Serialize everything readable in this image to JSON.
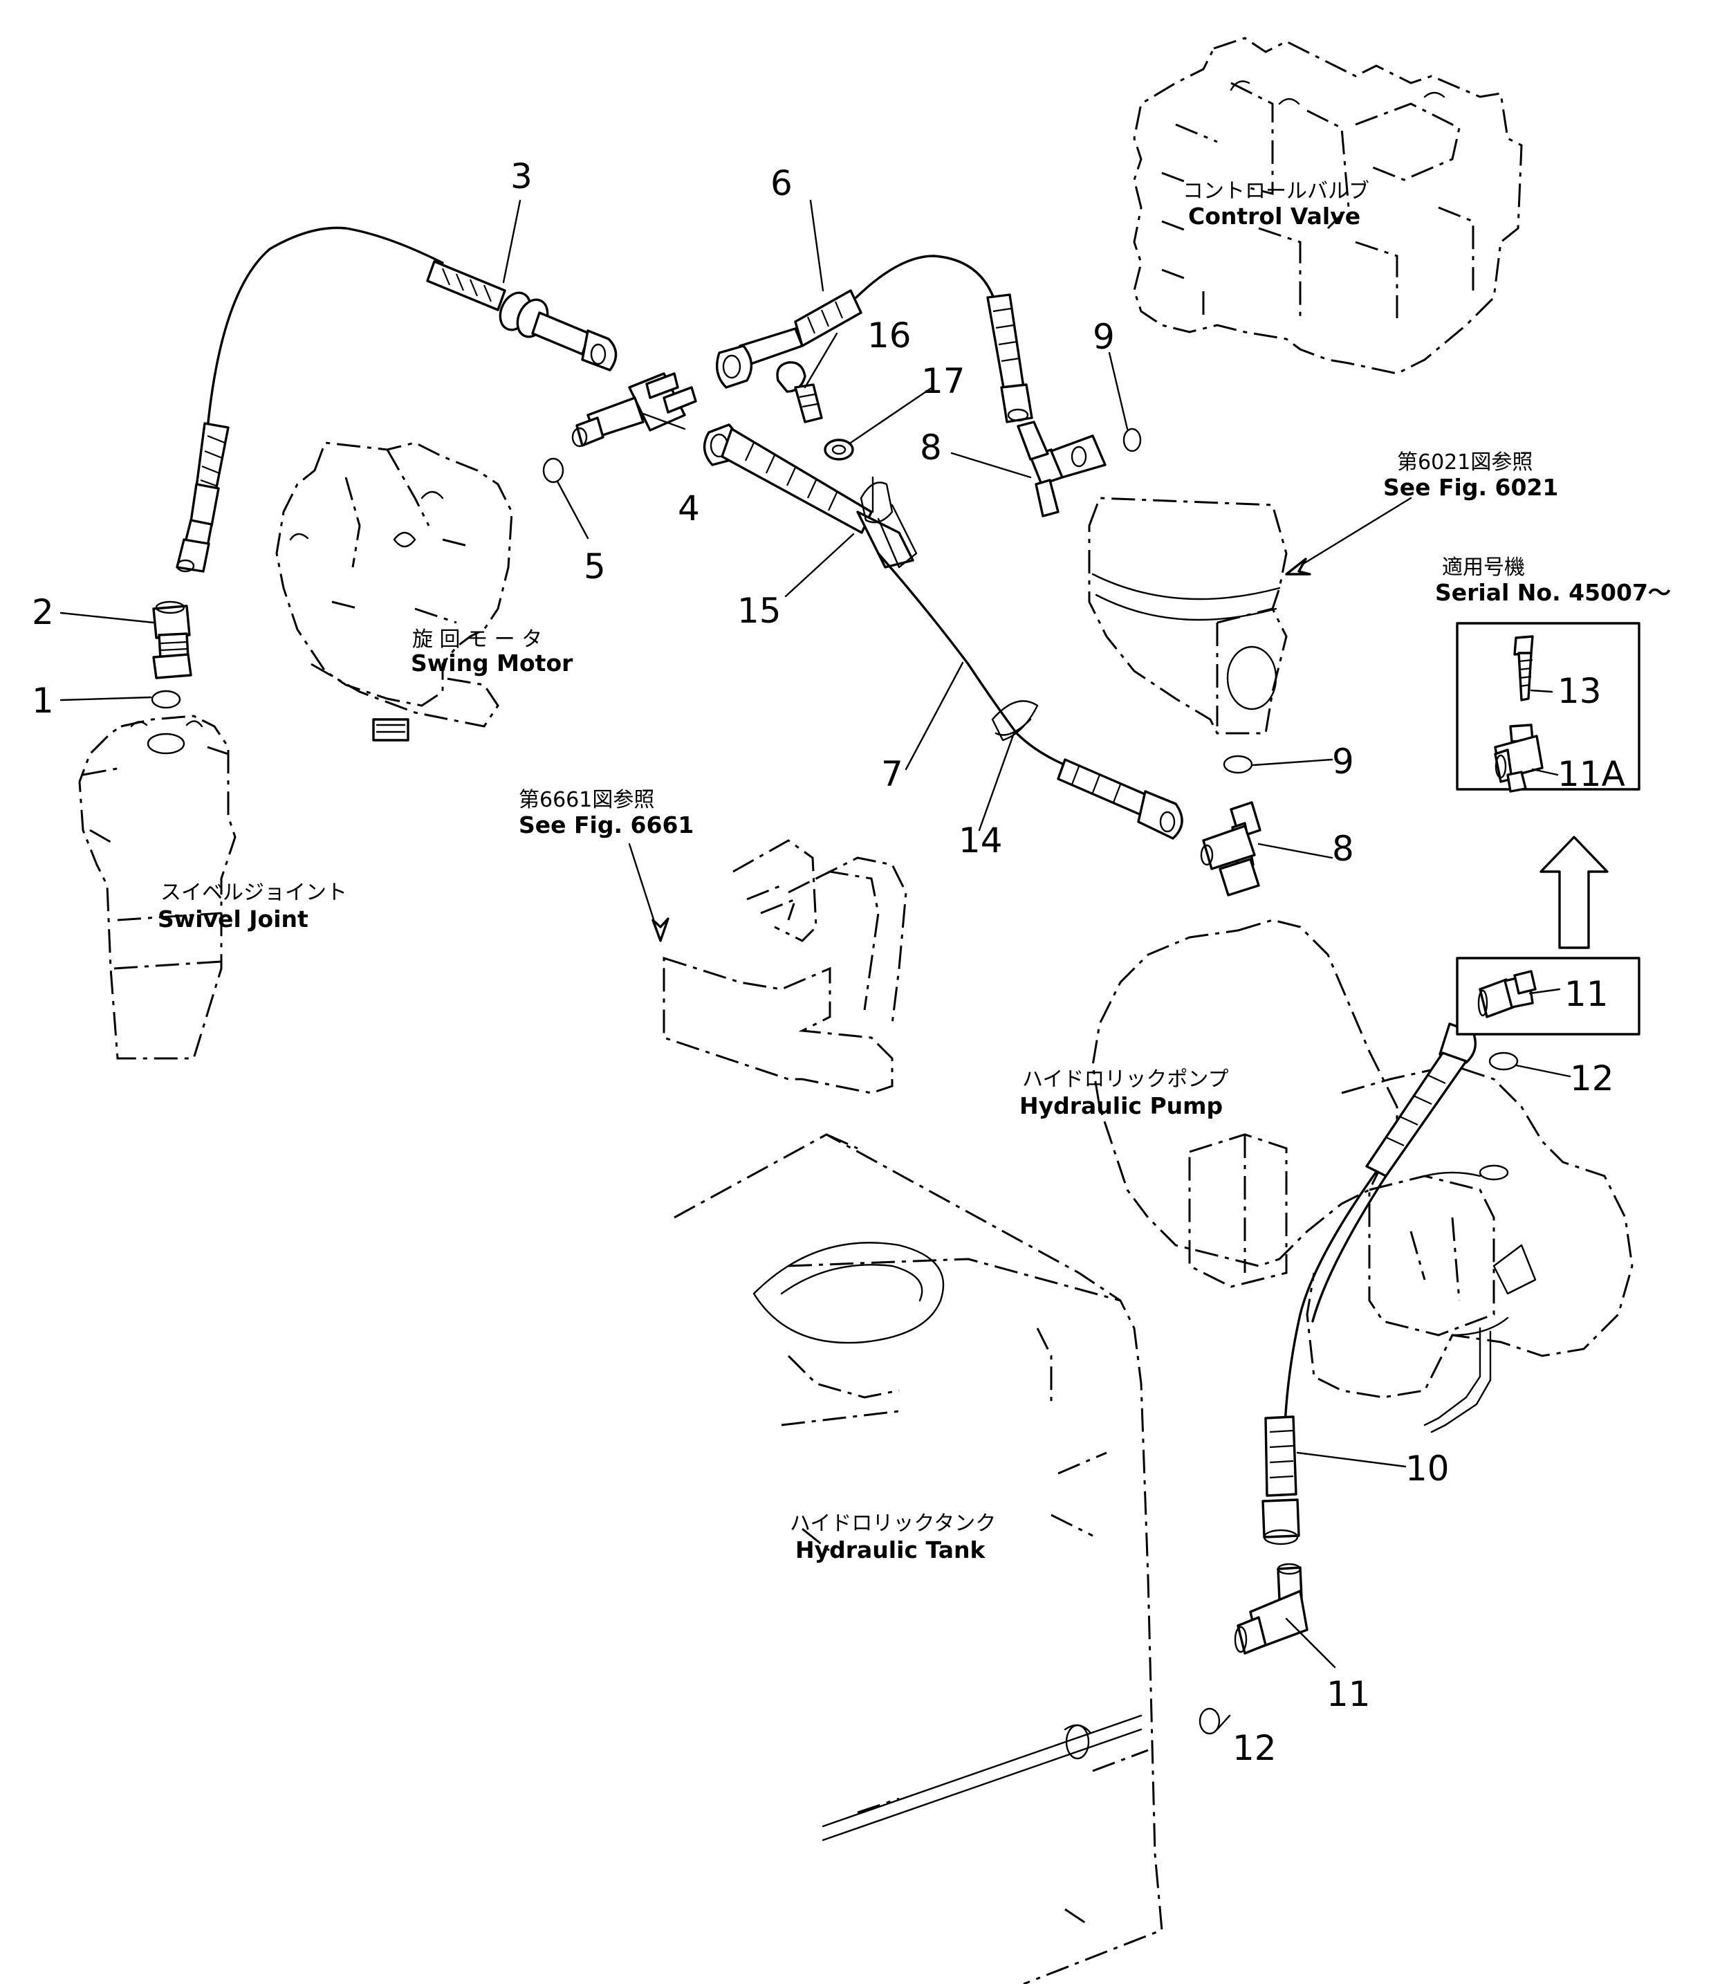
{
  "labels": {
    "control_valve": {
      "jp": "コントロールバルブ",
      "en": "Control  Valve"
    },
    "swing_motor": {
      "jp": "旋 回 モ ー タ",
      "en": "Swing  Motor"
    },
    "swivel_joint": {
      "jp": "スイベルジョイント",
      "en": "Swivel  Joint"
    },
    "hydraulic_pump": {
      "jp": "ハイドロリックポンプ",
      "en": "Hydraulic  Pump"
    },
    "hydraulic_tank": {
      "jp": "ハイドロリックタンク",
      "en": "Hydraulic  Tank"
    }
  },
  "references": {
    "fig_6021": {
      "jp": "第6021図参照",
      "en": "See  Fig.  6021"
    },
    "fig_6661": {
      "jp": "第6661図参照",
      "en": "See  Fig.  6661"
    }
  },
  "serial": {
    "jp": "適用号機",
    "en": "Serial  No.  45007～"
  },
  "callouts": {
    "c1": "1",
    "c2": "2",
    "c3": "3",
    "c4": "4",
    "c5": "5",
    "c6": "6",
    "c7": "7",
    "c8a": "8",
    "c8b": "8",
    "c9a": "9",
    "c9b": "9",
    "c10": "10",
    "c11a": "11",
    "c11b": "11",
    "c11A": "11A",
    "c12a": "12",
    "c12b": "12",
    "c13": "13",
    "c14": "14",
    "c15": "15",
    "c16": "16",
    "c17": "17"
  }
}
